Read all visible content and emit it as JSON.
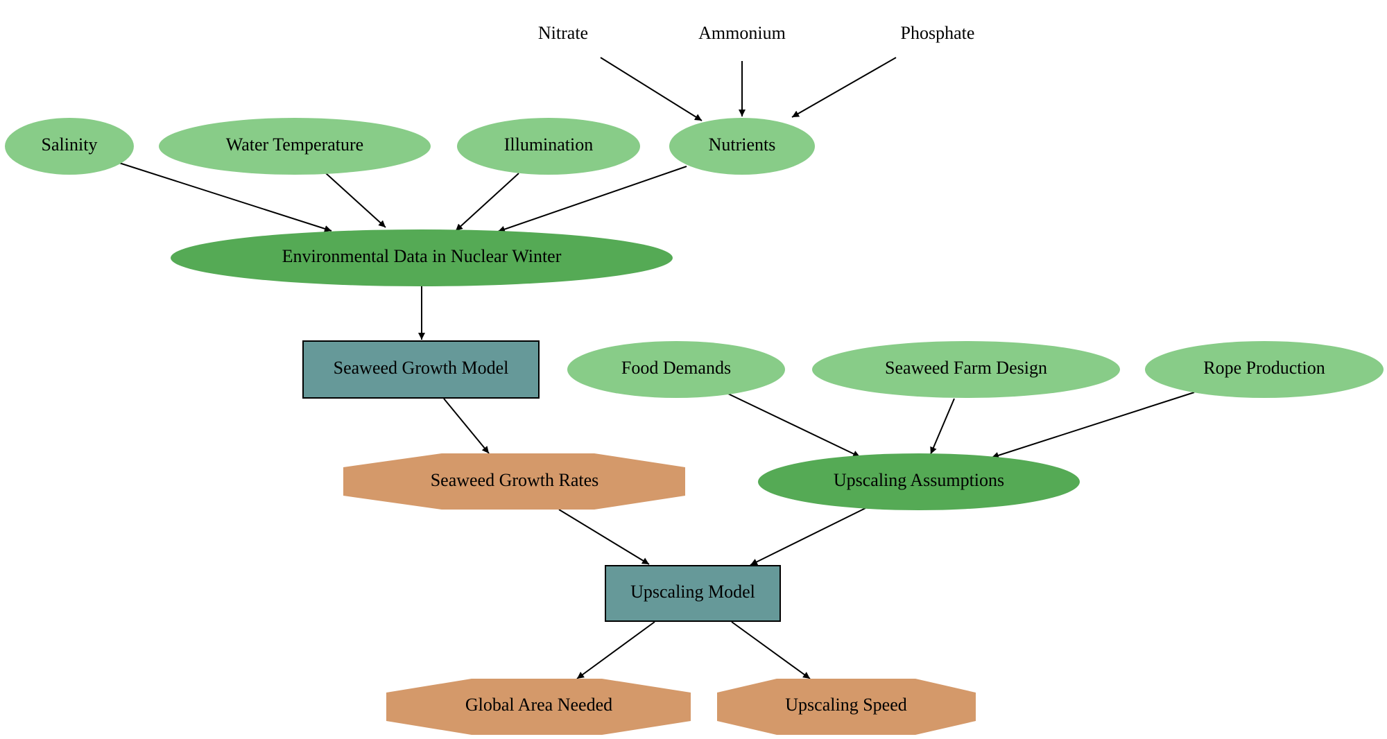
{
  "colors": {
    "input_light": "#88cc88",
    "input_dark": "#55aa55",
    "model": "#669999",
    "output": "#d4996a"
  },
  "nodes": {
    "nitrate": "Nitrate",
    "ammonium": "Ammonium",
    "phosphate": "Phosphate",
    "salinity": "Salinity",
    "water_temperature": "Water Temperature",
    "illumination": "Illumination",
    "nutrients": "Nutrients",
    "environmental_data": "Environmental Data in Nuclear Winter",
    "seaweed_growth_model": "Seaweed Growth Model",
    "food_demands": "Food Demands",
    "seaweed_farm_design": "Seaweed Farm Design",
    "rope_production": "Rope Production",
    "seaweed_growth_rates": "Seaweed Growth Rates",
    "upscaling_assumptions": "Upscaling Assumptions",
    "upscaling_model": "Upscaling Model",
    "global_area_needed": "Global Area Needed",
    "upscaling_speed": "Upscaling Speed"
  },
  "edges": [
    [
      "nitrate",
      "nutrients"
    ],
    [
      "ammonium",
      "nutrients"
    ],
    [
      "phosphate",
      "nutrients"
    ],
    [
      "salinity",
      "environmental_data"
    ],
    [
      "water_temperature",
      "environmental_data"
    ],
    [
      "illumination",
      "environmental_data"
    ],
    [
      "nutrients",
      "environmental_data"
    ],
    [
      "environmental_data",
      "seaweed_growth_model"
    ],
    [
      "seaweed_growth_model",
      "seaweed_growth_rates"
    ],
    [
      "food_demands",
      "upscaling_assumptions"
    ],
    [
      "seaweed_farm_design",
      "upscaling_assumptions"
    ],
    [
      "rope_production",
      "upscaling_assumptions"
    ],
    [
      "seaweed_growth_rates",
      "upscaling_model"
    ],
    [
      "upscaling_assumptions",
      "upscaling_model"
    ],
    [
      "upscaling_model",
      "global_area_needed"
    ],
    [
      "upscaling_model",
      "upscaling_speed"
    ]
  ]
}
